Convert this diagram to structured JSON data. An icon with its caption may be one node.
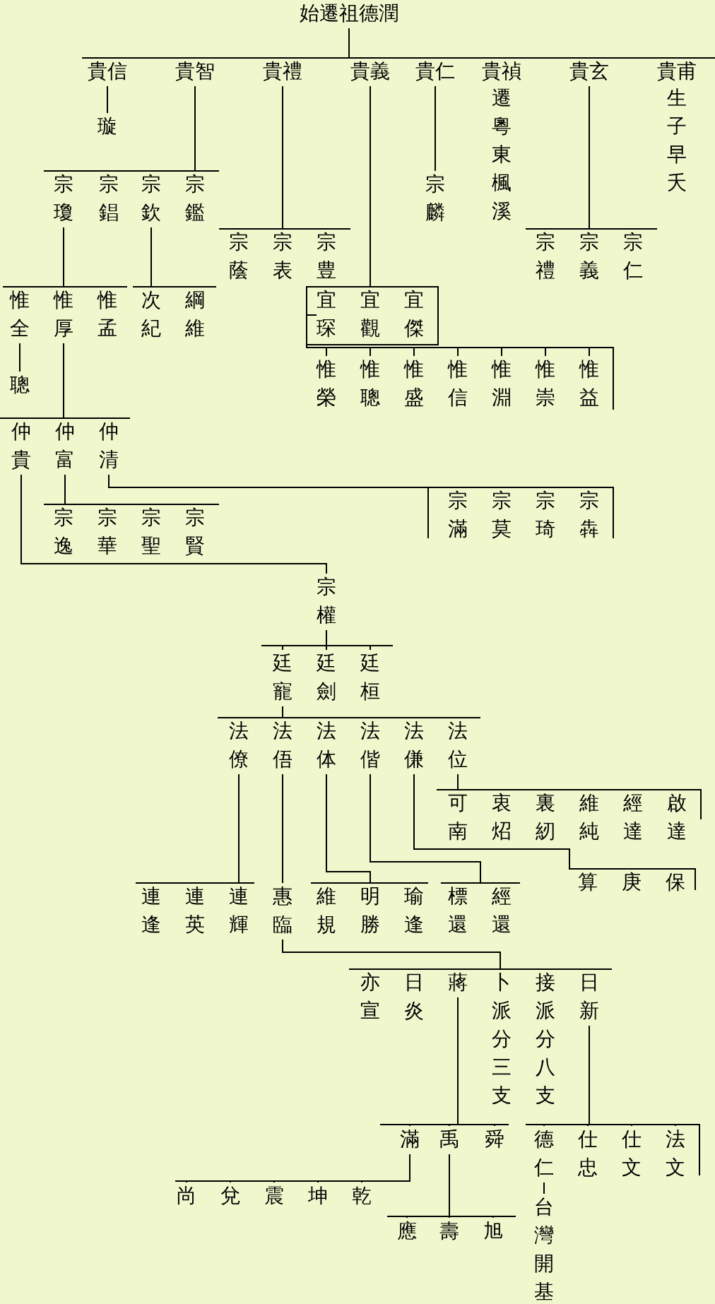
{
  "diagram": {
    "nodes": [
      {
        "text": [
          "始遷祖德潤"
        ]
      },
      {
        "text": [
          "貴信"
        ]
      },
      {
        "text": [
          "貴智"
        ]
      },
      {
        "text": [
          "貴禮"
        ]
      },
      {
        "text": [
          "貴義"
        ]
      },
      {
        "text": [
          "貴仁"
        ]
      },
      {
        "text": [
          "貴禎"
        ],
        "beside": [
          "遷粵東楓溪"
        ]
      },
      {
        "text": [
          "貴玄"
        ]
      },
      {
        "text": [
          "貴甫"
        ],
        "beside": [
          "生子早夭"
        ]
      },
      {
        "text": [
          "璇"
        ]
      },
      {
        "text": [
          "宗瓊"
        ]
      },
      {
        "text": [
          "宗錩"
        ]
      },
      {
        "text": [
          "宗欽"
        ]
      },
      {
        "text": [
          "宗鑑"
        ]
      },
      {
        "text": [
          "宗麟"
        ]
      },
      {
        "text": [
          "宗蔭"
        ]
      },
      {
        "text": [
          "宗表"
        ]
      },
      {
        "text": [
          "宗豊"
        ]
      },
      {
        "text": [
          "宗禮"
        ]
      },
      {
        "text": [
          "宗義"
        ]
      },
      {
        "text": [
          "宗仁"
        ]
      },
      {
        "text": [
          "惟全"
        ]
      },
      {
        "text": [
          "惟厚"
        ]
      },
      {
        "text": [
          "惟孟"
        ]
      },
      {
        "text": [
          "次紀"
        ]
      },
      {
        "text": [
          "綱維"
        ]
      },
      {
        "text": [
          "宜琛"
        ]
      },
      {
        "text": [
          "宜觀"
        ]
      },
      {
        "text": [
          "宜傑"
        ]
      },
      {
        "text": [
          "惟榮"
        ]
      },
      {
        "text": [
          "惟聰"
        ]
      },
      {
        "text": [
          "惟盛"
        ]
      },
      {
        "text": [
          "惟信"
        ]
      },
      {
        "text": [
          "惟淵"
        ]
      },
      {
        "text": [
          "惟崇"
        ]
      },
      {
        "text": [
          "惟益"
        ]
      },
      {
        "text": [
          "聰"
        ]
      },
      {
        "text": [
          "仲貴"
        ]
      },
      {
        "text": [
          "仲富"
        ]
      },
      {
        "text": [
          "仲清"
        ]
      },
      {
        "text": [
          "宗滿"
        ]
      },
      {
        "text": [
          "宗莫"
        ]
      },
      {
        "text": [
          "宗琦"
        ]
      },
      {
        "text": [
          "宗犇"
        ]
      },
      {
        "text": [
          "宗逸"
        ]
      },
      {
        "text": [
          "宗華"
        ]
      },
      {
        "text": [
          "宗聖"
        ]
      },
      {
        "text": [
          "宗賢"
        ]
      },
      {
        "text": [
          "宗權"
        ]
      },
      {
        "text": [
          "廷寵"
        ]
      },
      {
        "text": [
          "廷劍"
        ]
      },
      {
        "text": [
          "廷桓"
        ]
      },
      {
        "text": [
          "法僚"
        ]
      },
      {
        "text": [
          "法俉"
        ]
      },
      {
        "text": [
          "法体"
        ]
      },
      {
        "text": [
          "法偕"
        ]
      },
      {
        "text": [
          "法傔"
        ]
      },
      {
        "text": [
          "法位"
        ]
      },
      {
        "text": [
          "可南"
        ]
      },
      {
        "text": [
          "衷炤"
        ]
      },
      {
        "text": [
          "裏紉"
        ]
      },
      {
        "text": [
          "維純"
        ]
      },
      {
        "text": [
          "經達"
        ]
      },
      {
        "text": [
          "啟達"
        ]
      },
      {
        "text": [
          "算"
        ]
      },
      {
        "text": [
          "庚"
        ]
      },
      {
        "text": [
          "保"
        ]
      },
      {
        "text": [
          "連逢"
        ]
      },
      {
        "text": [
          "連英"
        ]
      },
      {
        "text": [
          "連輝"
        ]
      },
      {
        "text": [
          "惠臨"
        ]
      },
      {
        "text": [
          "維規"
        ]
      },
      {
        "text": [
          "明勝"
        ]
      },
      {
        "text": [
          "瑜逢"
        ]
      },
      {
        "text": [
          "標還"
        ]
      },
      {
        "text": [
          "經還"
        ]
      },
      {
        "text": [
          "亦宣"
        ]
      },
      {
        "text": [
          "日炎"
        ]
      },
      {
        "text": [
          "蔣"
        ]
      },
      {
        "text": [
          "卜派分三支"
        ]
      },
      {
        "text": [
          "接派分八支"
        ]
      },
      {
        "text": [
          "日新"
        ]
      },
      {
        "text": [
          "滿"
        ]
      },
      {
        "text": [
          "禹"
        ]
      },
      {
        "text": [
          "舜"
        ]
      },
      {
        "text": [
          "德仁"
        ]
      },
      {
        "text": [
          "仕忠"
        ]
      },
      {
        "text": [
          "仕文"
        ]
      },
      {
        "text": [
          "法文"
        ]
      },
      {
        "text": [
          "尚"
        ]
      },
      {
        "text": [
          "兌"
        ]
      },
      {
        "text": [
          "震"
        ]
      },
      {
        "text": [
          "坤"
        ]
      },
      {
        "text": [
          "乾"
        ]
      },
      {
        "text": [
          "應"
        ]
      },
      {
        "text": [
          "壽"
        ]
      },
      {
        "text": [
          "旭"
        ]
      },
      {
        "text": [
          "台灣開基"
        ]
      }
    ],
    "edges": [
      {
        "from": 0,
        "to": 1,
        "arrow": "none"
      },
      {
        "from": 0,
        "to": 2,
        "arrow": "none"
      },
      {
        "from": 0,
        "to": 3,
        "arrow": "none"
      },
      {
        "from": 0,
        "to": 4,
        "arrow": "none"
      },
      {
        "from": 0,
        "to": 5,
        "arrow": "none"
      },
      {
        "from": 0,
        "to": 6,
        "arrow": "none"
      },
      {
        "from": 0,
        "to": 7,
        "arrow": "none"
      },
      {
        "from": 0,
        "to": 8,
        "arrow": "none"
      },
      {
        "from": 1,
        "to": 9,
        "arrow": "none"
      },
      {
        "from": 2,
        "to": 10,
        "arrow": "none"
      },
      {
        "from": 2,
        "to": 11,
        "arrow": "none"
      },
      {
        "from": 2,
        "to": 12,
        "arrow": "none"
      },
      {
        "from": 2,
        "to": 13,
        "arrow": "none"
      },
      {
        "from": 3,
        "to": 15,
        "arrow": "none"
      },
      {
        "from": 3,
        "to": 16,
        "arrow": "none"
      },
      {
        "from": 3,
        "to": 17,
        "arrow": "none"
      },
      {
        "from": 4,
        "to": 26,
        "arrow": "none"
      },
      {
        "from": 4,
        "to": 27,
        "arrow": "none"
      },
      {
        "from": 4,
        "to": 28,
        "arrow": "none"
      },
      {
        "from": 5,
        "to": 14,
        "arrow": "none"
      },
      {
        "from": 7,
        "to": 18,
        "arrow": "none"
      },
      {
        "from": 7,
        "to": 19,
        "arrow": "none"
      },
      {
        "from": 7,
        "to": 20,
        "arrow": "none"
      },
      {
        "from": 10,
        "to": 21,
        "arrow": "none"
      },
      {
        "from": 10,
        "to": 22,
        "arrow": "none"
      },
      {
        "from": 10,
        "to": 23,
        "arrow": "none"
      },
      {
        "from": 12,
        "to": 24,
        "arrow": "none"
      },
      {
        "from": 12,
        "to": 25,
        "arrow": "none"
      },
      {
        "from": 26,
        "to": 29,
        "arrow": "none"
      },
      {
        "from": 26,
        "to": 30,
        "arrow": "none"
      },
      {
        "from": 26,
        "to": 31,
        "arrow": "none"
      },
      {
        "from": 26,
        "to": 32,
        "arrow": "none"
      },
      {
        "from": 26,
        "to": 33,
        "arrow": "none"
      },
      {
        "from": 26,
        "to": 34,
        "arrow": "none"
      },
      {
        "from": 26,
        "to": 35,
        "arrow": "none"
      },
      {
        "from": 21,
        "to": 36,
        "arrow": "none"
      },
      {
        "from": 22,
        "to": 37,
        "arrow": "none"
      },
      {
        "from": 22,
        "to": 38,
        "arrow": "none"
      },
      {
        "from": 22,
        "to": 39,
        "arrow": "none"
      },
      {
        "from": 39,
        "to": 40,
        "arrow": "none"
      },
      {
        "from": 39,
        "to": 41,
        "arrow": "none"
      },
      {
        "from": 39,
        "to": 42,
        "arrow": "none"
      },
      {
        "from": 39,
        "to": 43,
        "arrow": "none"
      },
      {
        "from": 38,
        "to": 44,
        "arrow": "none"
      },
      {
        "from": 38,
        "to": 45,
        "arrow": "none"
      },
      {
        "from": 38,
        "to": 46,
        "arrow": "none"
      },
      {
        "from": 38,
        "to": 47,
        "arrow": "none"
      },
      {
        "from": 37,
        "to": 48,
        "arrow": "none"
      },
      {
        "from": 48,
        "to": 49,
        "arrow": "none"
      },
      {
        "from": 48,
        "to": 50,
        "arrow": "none"
      },
      {
        "from": 48,
        "to": 51,
        "arrow": "none"
      },
      {
        "from": 49,
        "to": 52,
        "arrow": "none"
      },
      {
        "from": 49,
        "to": 53,
        "arrow": "none"
      },
      {
        "from": 49,
        "to": 54,
        "arrow": "none"
      },
      {
        "from": 49,
        "to": 55,
        "arrow": "none"
      },
      {
        "from": 49,
        "to": 56,
        "arrow": "none"
      },
      {
        "from": 49,
        "to": 57,
        "arrow": "none"
      },
      {
        "from": 57,
        "to": 58,
        "arrow": "none"
      },
      {
        "from": 57,
        "to": 59,
        "arrow": "none"
      },
      {
        "from": 57,
        "to": 60,
        "arrow": "none"
      },
      {
        "from": 57,
        "to": 61,
        "arrow": "none"
      },
      {
        "from": 57,
        "to": 62,
        "arrow": "none"
      },
      {
        "from": 57,
        "to": 63,
        "arrow": "none"
      },
      {
        "from": 56,
        "to": 64,
        "arrow": "none"
      },
      {
        "from": 56,
        "to": 65,
        "arrow": "none"
      },
      {
        "from": 56,
        "to": 66,
        "arrow": "none"
      },
      {
        "from": 52,
        "to": 67,
        "arrow": "none"
      },
      {
        "from": 52,
        "to": 68,
        "arrow": "none"
      },
      {
        "from": 52,
        "to": 69,
        "arrow": "none"
      },
      {
        "from": 53,
        "to": 70,
        "arrow": "none"
      },
      {
        "from": 54,
        "to": 71,
        "arrow": "none"
      },
      {
        "from": 54,
        "to": 72,
        "arrow": "none"
      },
      {
        "from": 54,
        "to": 73,
        "arrow": "none"
      },
      {
        "from": 55,
        "to": 74,
        "arrow": "none"
      },
      {
        "from": 55,
        "to": 75,
        "arrow": "none"
      },
      {
        "from": 70,
        "to": 76,
        "arrow": "none"
      },
      {
        "from": 70,
        "to": 77,
        "arrow": "none"
      },
      {
        "from": 70,
        "to": 78,
        "arrow": "none"
      },
      {
        "from": 70,
        "to": 79,
        "arrow": "none"
      },
      {
        "from": 70,
        "to": 80,
        "arrow": "none"
      },
      {
        "from": 70,
        "to": 81,
        "arrow": "none"
      },
      {
        "from": 78,
        "to": 82,
        "arrow": "none"
      },
      {
        "from": 78,
        "to": 83,
        "arrow": "none"
      },
      {
        "from": 78,
        "to": 84,
        "arrow": "none"
      },
      {
        "from": 81,
        "to": 85,
        "arrow": "none"
      },
      {
        "from": 81,
        "to": 86,
        "arrow": "none"
      },
      {
        "from": 81,
        "to": 87,
        "arrow": "none"
      },
      {
        "from": 81,
        "to": 88,
        "arrow": "none"
      },
      {
        "from": 82,
        "to": 89,
        "arrow": "none"
      },
      {
        "from": 82,
        "to": 90,
        "arrow": "none"
      },
      {
        "from": 82,
        "to": 91,
        "arrow": "none"
      },
      {
        "from": 82,
        "to": 92,
        "arrow": "none"
      },
      {
        "from": 82,
        "to": 93,
        "arrow": "none"
      },
      {
        "from": 83,
        "to": 94,
        "arrow": "none"
      },
      {
        "from": 83,
        "to": 95,
        "arrow": "none"
      },
      {
        "from": 83,
        "to": 96,
        "arrow": "none"
      },
      {
        "from": 85,
        "to": 97,
        "arrow": "none"
      }
    ]
  }
}
